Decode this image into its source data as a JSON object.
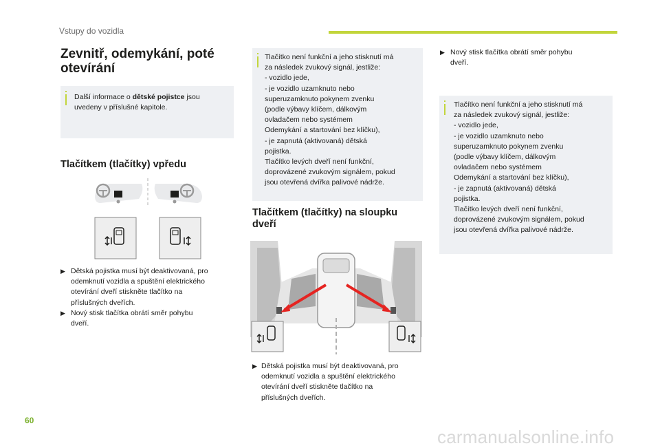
{
  "header": {
    "section": "Vstupy do vozidla",
    "accent_color": "#c2d53b"
  },
  "page_number": "60",
  "watermark": "carmanualsonline.info",
  "title": [
    "Zevnitř, odemykání, poté",
    "otevírání"
  ],
  "note1": {
    "pre": "Další informace o ",
    "bold": "dětské pojistce",
    "post": " jsou",
    "line2": "uvedeny v příslušné kapitole."
  },
  "section_front": {
    "title": "Tlačítkem (tlačítky) vpředu"
  },
  "front_bullets": [
    [
      "Dětská pojistka musí být deaktivovaná, pro",
      "odemknutí vozidla a spuštění elektrického",
      "otevírání dveří stiskněte tlačítko na",
      "příslušných dveřích."
    ],
    [
      "Nový stisk tlačítka obrátí směr pohybu",
      "dveří."
    ]
  ],
  "note2": {
    "lines": [
      "Tlačítko není funkční a jeho stisknutí má",
      "za následek zvukový signál, jestliže:",
      "-   vozidlo jede,",
      "-   je vozidlo uzamknuto nebo",
      "     superuzamknuto pokynem zvenku",
      "     (podle výbavy klíčem, dálkovým",
      "     ovladačem nebo systémem",
      "     Odemykání a startování bez klíčku),",
      "-   je zapnutá (aktivovaná) dětská",
      "     pojistka.",
      "Tlačítko levých dveří není funkční,",
      "doprovázené zvukovým signálem, pokud",
      "jsou otevřená dvířka palivové nádrže."
    ]
  },
  "section_pillar": {
    "title": [
      "Tlačítkem (tlačítky) na sloupku",
      "dveří"
    ]
  },
  "pillar_bullets": [
    [
      "Dětská pojistka musí být deaktivovaná, pro",
      "odemknutí vozidla a spuštění elektrického",
      "otevírání dveří stiskněte tlačítko na",
      "příslušných dveřích."
    ]
  ],
  "right_bullets": [
    [
      "Nový stisk tlačítka obrátí směr pohybu",
      "dveří."
    ]
  ],
  "note3": {
    "lines": [
      "Tlačítko není funkční a jeho stisknutí má",
      "za následek zvukový signál, jestliže:",
      "-   vozidlo jede,",
      "-   je vozidlo uzamknuto nebo",
      "     superuzamknuto pokynem zvenku",
      "     (podle výbavy klíčem, dálkovým",
      "     ovladačem nebo systémem",
      "     Odemykání a startování bez klíčku),",
      "-   je zapnutá (aktivovaná) dětská",
      "     pojistka.",
      "Tlačítko levých dveří není funkční,",
      "doprovázené zvukovým signálem, pokud",
      "jsou otevřená dvířka palivové nádrže."
    ]
  },
  "icons": {
    "bullet": "checkbox-arrow-icon",
    "note": "info-icon",
    "front_figure": "dashboard-buttons-figure",
    "pillar_figure": "van-door-pillar-buttons-figure"
  },
  "colors": {
    "text": "#1d1d1b",
    "note_bg": "#eef0f3",
    "arrow_red": "#e52421"
  }
}
